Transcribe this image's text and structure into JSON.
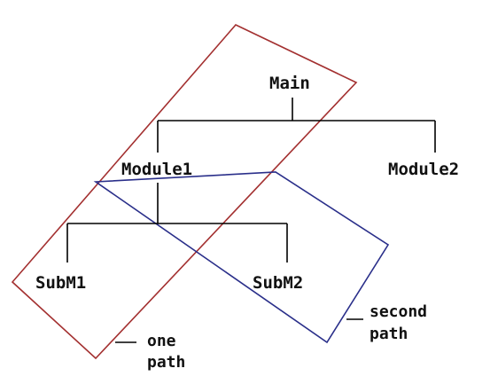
{
  "diagram": {
    "nodes": {
      "main": "Main",
      "module1": "Module1",
      "module2": "Module2",
      "subm1": "SubM1",
      "subm2": "SubM2"
    },
    "annotations": {
      "one_path_line1": "one",
      "one_path_line2": "path",
      "second_path_line1": "second",
      "second_path_line2": "path"
    },
    "colors": {
      "tree_lines": "#000000",
      "one_path_outline": "#a33030",
      "second_path_outline": "#2a2f8a",
      "text": "#111111"
    }
  }
}
